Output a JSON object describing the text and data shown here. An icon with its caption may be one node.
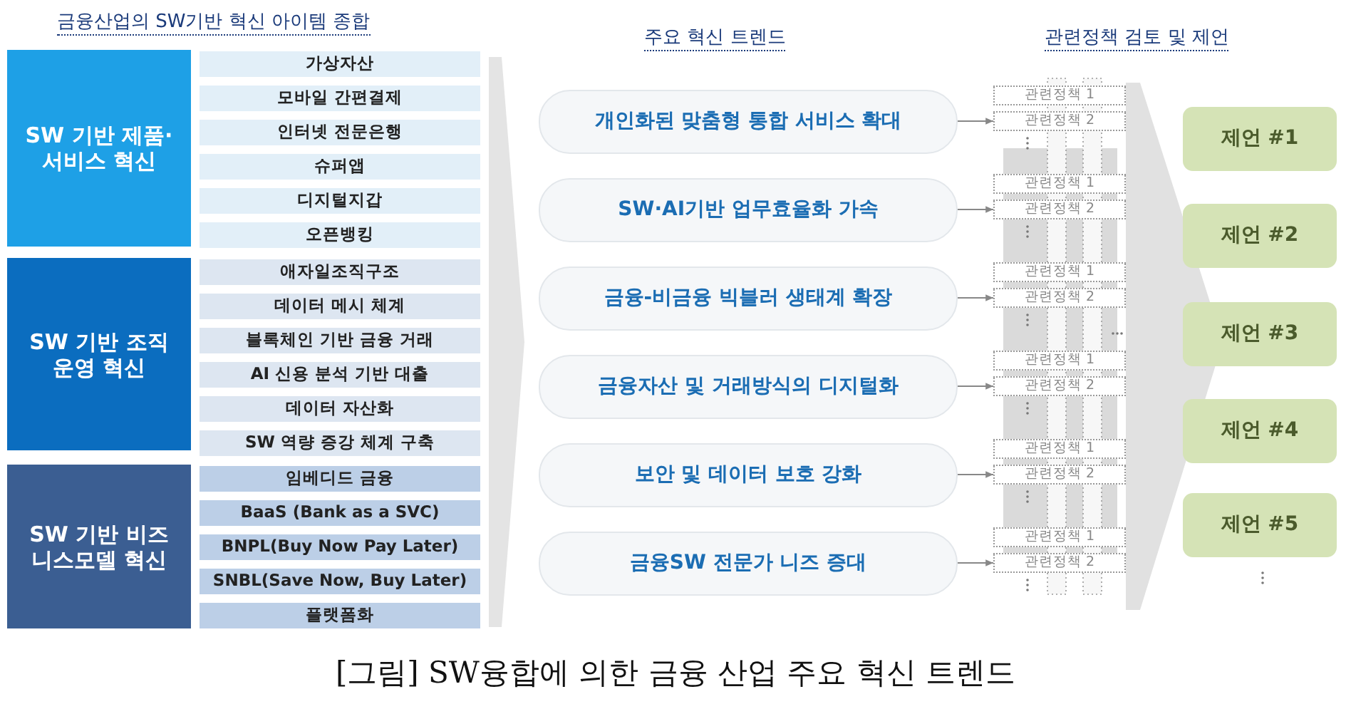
{
  "diagram": {
    "caption": "[그림] SW융합에 의한 금융 산업 주요 혁신 트렌드",
    "nodes": [
      {
        "text": [
          "SW 기반 제품·서비스 혁신"
        ]
      },
      {
        "text": [
          "가상자산"
        ]
      },
      {
        "text": [
          "모바일 간편결제"
        ]
      },
      {
        "text": [
          "인터넷 전문은행"
        ]
      },
      {
        "text": [
          "슈퍼앱"
        ]
      },
      {
        "text": [
          "디지털지갑"
        ]
      },
      {
        "text": [
          "오픈뱅킹"
        ]
      },
      {
        "text": [
          "SW 기반 조직운영 혁신"
        ]
      },
      {
        "text": [
          "애자일조직구조"
        ]
      },
      {
        "text": [
          "데이터 메시 체계"
        ]
      },
      {
        "text": [
          "블록체인 기반 금융 거래"
        ]
      },
      {
        "text": [
          "AI 신용 분석 기반 대출"
        ]
      },
      {
        "text": [
          "데이터 자산화"
        ]
      },
      {
        "text": [
          "SW 역량 증강 체계 구축"
        ]
      },
      {
        "text": [
          "SW 기반 비즈니스모델 혁신"
        ]
      },
      {
        "text": [
          "임베디드 금융"
        ]
      },
      {
        "text": [
          "BaaS (Bank as a SVC)"
        ]
      },
      {
        "text": [
          "BNPL(Buy Now Pay Later)"
        ]
      },
      {
        "text": [
          "SNBL(Save Now, Buy Later)"
        ]
      },
      {
        "text": [
          "플랫폼화"
        ]
      },
      {
        "text": [
          "개인화된 맞춤형 통합 서비스 확대"
        ]
      },
      {
        "text": [
          "SW·AI기반 업무효율화 가속"
        ]
      },
      {
        "text": [
          "금융-비금융 빅블러 생태계 확장"
        ]
      },
      {
        "text": [
          "금융자산 및 거래방식의 디지털화"
        ]
      },
      {
        "text": [
          "보안 및 데이터 보호 강화"
        ]
      },
      {
        "text": [
          "금융SW 전문가 니즈 증대"
        ]
      },
      {
        "text": [
          "관련정책 1"
        ]
      },
      {
        "text": [
          "관련정책 2"
        ]
      },
      {
        "text": [
          "관련정책 1"
        ]
      },
      {
        "text": [
          "관련정책 2"
        ]
      },
      {
        "text": [
          "관련정책 1"
        ]
      },
      {
        "text": [
          "관련정책 2"
        ]
      },
      {
        "text": [
          "관련정책 1"
        ]
      },
      {
        "text": [
          "관련정책 2"
        ]
      },
      {
        "text": [
          "관련정책 1"
        ]
      },
      {
        "text": [
          "관련정책 2"
        ]
      },
      {
        "text": [
          "관련정책 1"
        ]
      },
      {
        "text": [
          "관련정책 2"
        ]
      },
      {
        "text": [
          "제언 #1"
        ]
      },
      {
        "text": [
          "제언 #2"
        ]
      },
      {
        "text": [
          "제언 #3"
        ]
      },
      {
        "text": [
          "제언 #4"
        ]
      },
      {
        "text": [
          "제언 #5"
        ]
      }
    ],
    "edges": [
      {
        "from": 20,
        "to": 27,
        "arrow": "to"
      },
      {
        "from": 21,
        "to": 29,
        "arrow": "to"
      },
      {
        "from": 22,
        "to": 31,
        "arrow": "to"
      },
      {
        "from": 23,
        "to": 33,
        "arrow": "to"
      },
      {
        "from": 24,
        "to": 35,
        "arrow": "to"
      },
      {
        "from": 25,
        "to": 37,
        "arrow": "to"
      }
    ],
    "labels": [
      "금융산업의 SW기반 혁신 아이템 종합",
      "주요 혁신 트렌드",
      "관련정책 검토 및 제언"
    ]
  }
}
